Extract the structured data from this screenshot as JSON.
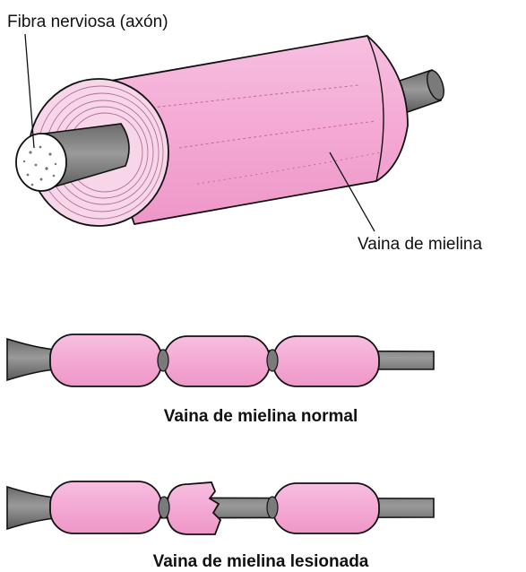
{
  "labels": {
    "axon": "Fibra nerviosa (axón)",
    "sheath": "Vaina de mielina",
    "normal_caption": "Vaina de mielina normal",
    "damaged_caption": "Vaina de mielina lesionada"
  },
  "colors": {
    "myelin": "#f4a9d4",
    "myelin_light": "#f8c9e4",
    "axon": "#8a8a8a",
    "axon_dark": "#5e5e5e",
    "outline": "#111111",
    "background": "#ffffff"
  }
}
